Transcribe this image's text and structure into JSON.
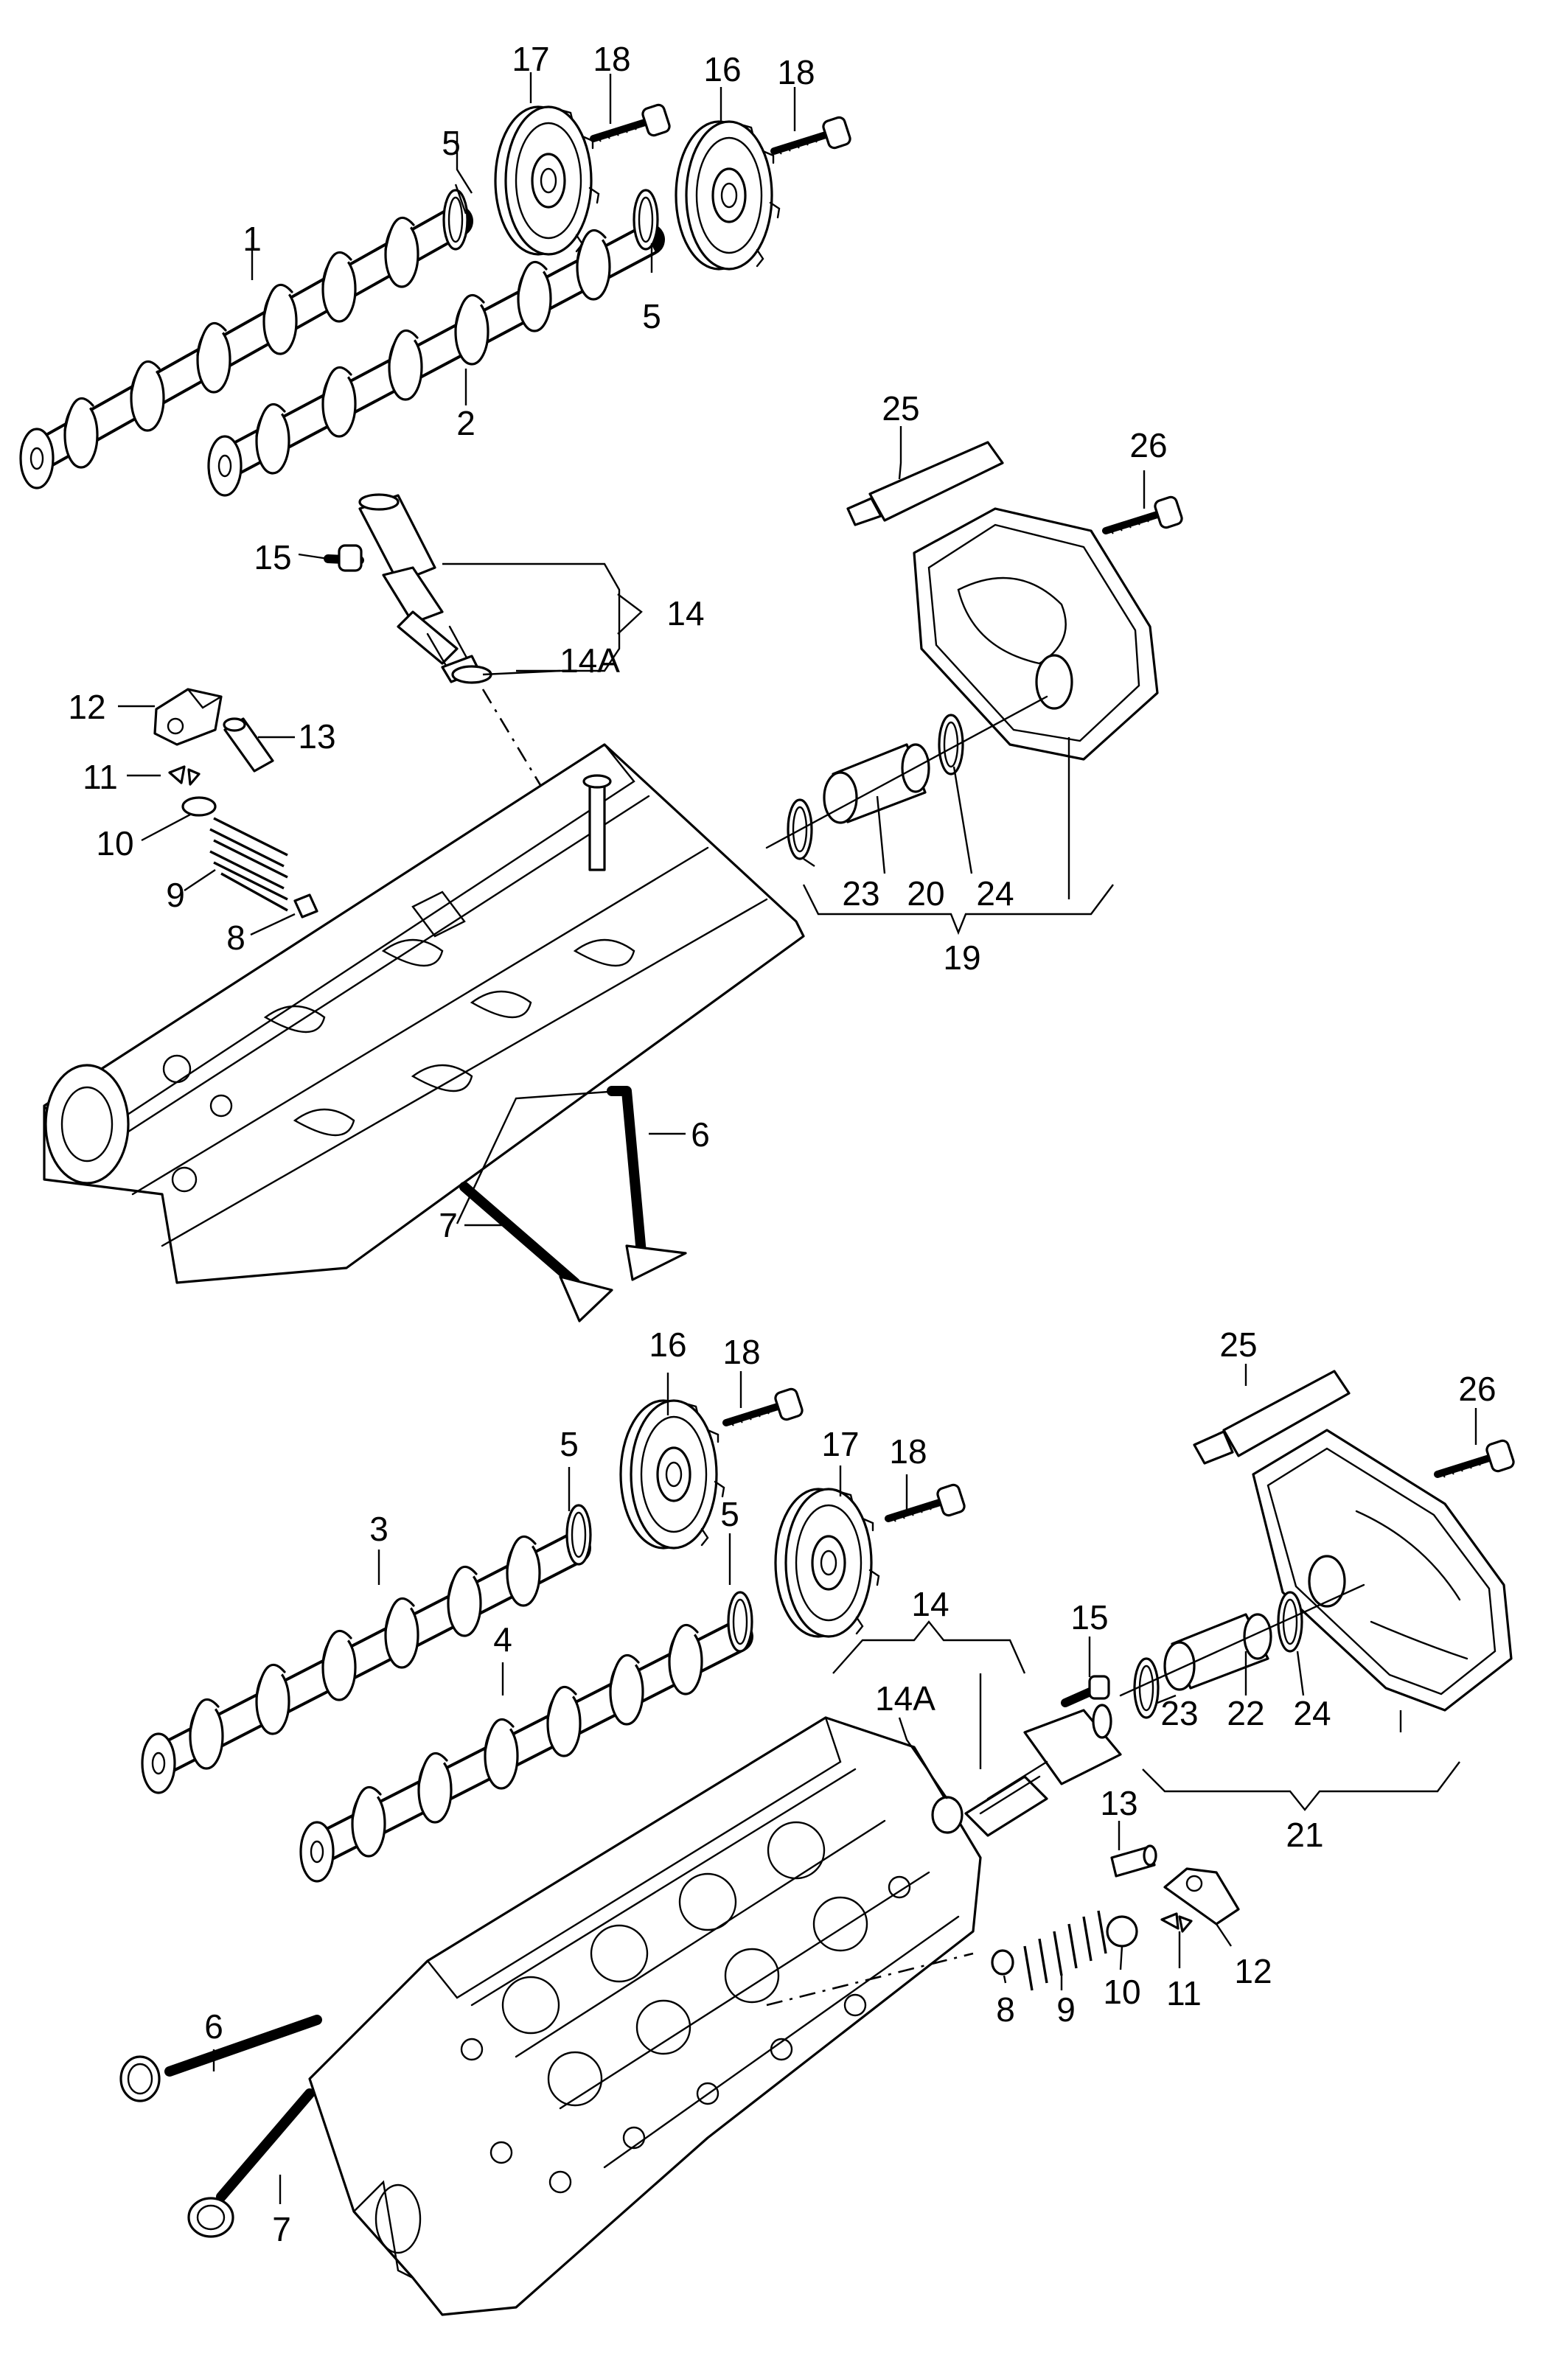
{
  "callouts": {
    "c1": "1",
    "c2": "2",
    "c3": "3",
    "c4": "4",
    "c5": "5",
    "c6": "6",
    "c7": "7",
    "c8": "8",
    "c9": "9",
    "c10": "10",
    "c11": "11",
    "c12": "12",
    "c13": "13",
    "c14": "14",
    "c14a": "14A",
    "c15": "15",
    "c16": "16",
    "c17": "17",
    "c18": "18",
    "c19": "19",
    "c20": "20",
    "c21": "21",
    "c22": "22",
    "c23": "23",
    "c24": "24",
    "c25": "25",
    "c26": "26"
  }
}
